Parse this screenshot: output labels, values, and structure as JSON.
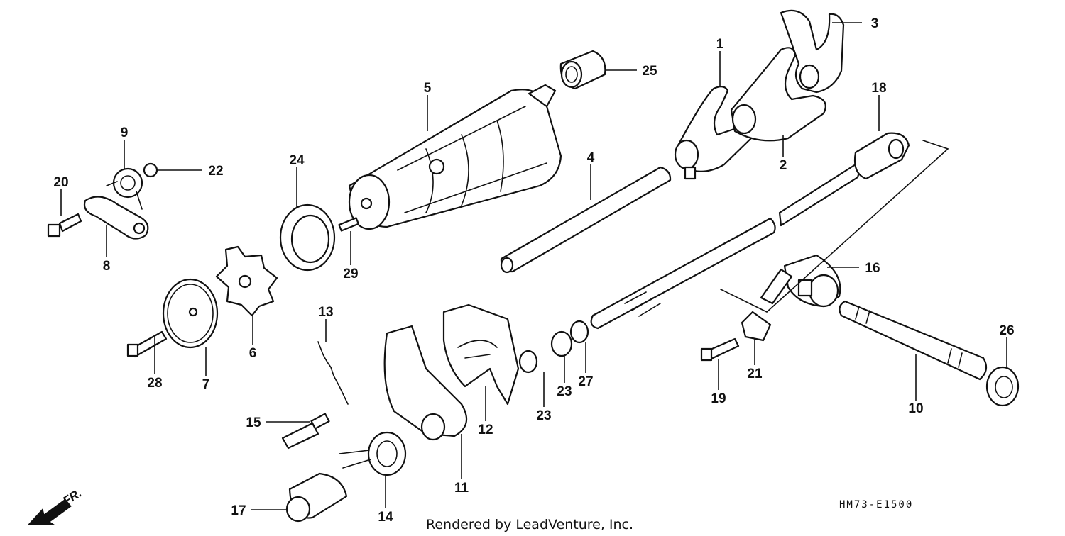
{
  "diagram": {
    "part_numbers": [
      "1",
      "2",
      "3",
      "4",
      "5",
      "6",
      "7",
      "8",
      "9",
      "10",
      "11",
      "12",
      "13",
      "14",
      "15",
      "16",
      "17",
      "18",
      "19",
      "20",
      "21",
      "22",
      "23",
      "23",
      "24",
      "25",
      "26",
      "27",
      "28",
      "29"
    ],
    "diagram_code": "HM73-E1500",
    "credit": "Rendered by LeadVenture, Inc.",
    "direction_label": "FR."
  }
}
